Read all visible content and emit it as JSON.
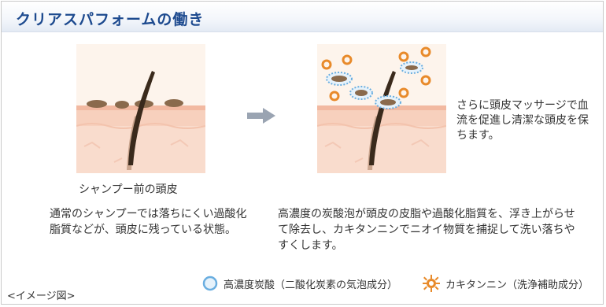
{
  "header": {
    "title": "クリアスパフォームの働き"
  },
  "before": {
    "caption": "シャンプー前の頭皮"
  },
  "after": {
    "description": "さらに頭皮マッサージで血流を促進し清潔な頭皮を保ちます。"
  },
  "descriptions": {
    "left": "通常のシャンプーでは落ちにくい過酸化脂質などが、頭皮に残っている状態。",
    "right": "高濃度の炭酸泡が頭皮の皮脂や過酸化脂質を、浮き上がらせて除去し、カキタンニンでニオイ物質を捕捉して洗い落ちやすくします。"
  },
  "note": "<イメージ図>",
  "legend": {
    "foam": "高濃度炭酸（二酸化炭素の気泡成分）",
    "tannin": "カキタンニン（洗浄補助成分）"
  },
  "colors": {
    "title": "#1d4a8f",
    "skin": "#f6cbb6",
    "sebum": "#8a6a4c",
    "hair": "#3a2a1c",
    "foam_ring": "#6aaee0",
    "tannin": "#e88a2a",
    "arrow": "#9aa4b2"
  }
}
